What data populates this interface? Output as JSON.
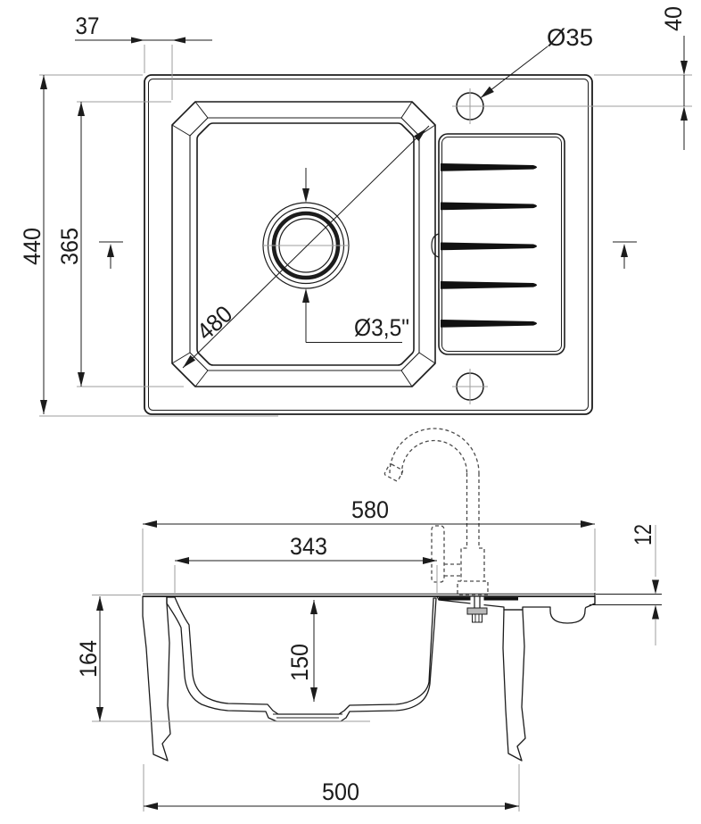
{
  "drawing": {
    "title": "sink-technical-drawing",
    "views": {
      "top_view": "plan view of sink with bowl, drainboard and tap holes",
      "section_view": "cross-section with gooseneck faucet (phantom outline)"
    },
    "colors": {
      "line": "#1c1c1c",
      "extension": "#9e9e9e",
      "phantom": "#4d4d4d",
      "background": "#ffffff"
    }
  },
  "dimensions": {
    "edge_to_bowl_offset": "37",
    "overall_depth": "440",
    "bowl_outer_depth": "365",
    "bowl_diagonal": "480",
    "tap_hole_diameter": "Ø35",
    "drain_diameter": "Ø3,5\"",
    "tap_hole_offset": "40",
    "overall_width": "580",
    "bowl_inner_width": "343",
    "rim_thickness": "12",
    "total_height": "164",
    "bowl_depth": "150",
    "base_width": "500"
  }
}
